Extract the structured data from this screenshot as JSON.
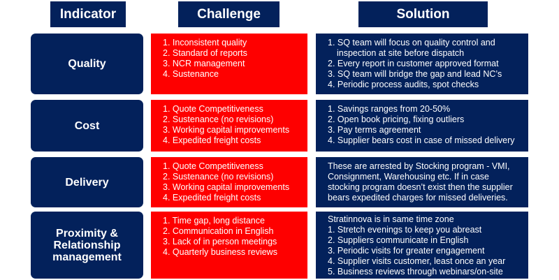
{
  "headers": {
    "indicator": "Indicator",
    "challenge": "Challenge",
    "solution": "Solution"
  },
  "colors": {
    "navy": "#03215b",
    "red": "#fe0000",
    "text": "#ffffff"
  },
  "rows": [
    {
      "indicator": "Quality",
      "challenges": [
        "1. Inconsistent quality",
        "2. Standard of reports",
        "3. NCR management",
        "4. Sustenance"
      ],
      "solutions": [
        "1. SQ team will focus on quality control and",
        "inspection at site before dispatch",
        "2. Every report in customer approved format",
        "3. SQ team will bridge the gap and lead NC’s",
        "4. Periodic process audits, spot checks"
      ]
    },
    {
      "indicator": "Cost",
      "challenges": [
        "1. Quote Competitiveness",
        "2. Sustenance (no revisions)",
        "3. Working capital improvements",
        "4. Expedited freight costs"
      ],
      "solutions": [
        "1. Savings ranges from 20-50%",
        "2. Open book pricing, fixing outliers",
        "3. Pay terms agreement",
        "4. Supplier bears cost in case of missed delivery"
      ]
    },
    {
      "indicator": "Delivery",
      "challenges": [
        "1. Quote Competitiveness",
        "2. Sustenance (no revisions)",
        "3. Working capital improvements",
        "4. Expedited freight costs"
      ],
      "solutions": [
        "These are arrested by Stocking program - VMI,",
        "Consignment, Warehousing etc. If in case",
        "stocking program doesn’t exist then the supplier",
        "bears expedited charges for missed deliveries."
      ]
    },
    {
      "indicator_lines": [
        "Proximity &",
        "Relationship",
        "management"
      ],
      "challenges": [
        "1. Time gap, long distance",
        "2. Communication in English",
        "3. Lack of in person meetings",
        "4. Quarterly business reviews"
      ],
      "solutions": [
        "Stratinnova is in same time zone",
        "1. Stretch evenings to keep you abreast",
        "2. Suppliers communicate in English",
        "3. Periodic visits for greater engagement",
        "4. Supplier visits customer, least once an year",
        "5. Business reviews through webinars/on-site"
      ]
    }
  ]
}
